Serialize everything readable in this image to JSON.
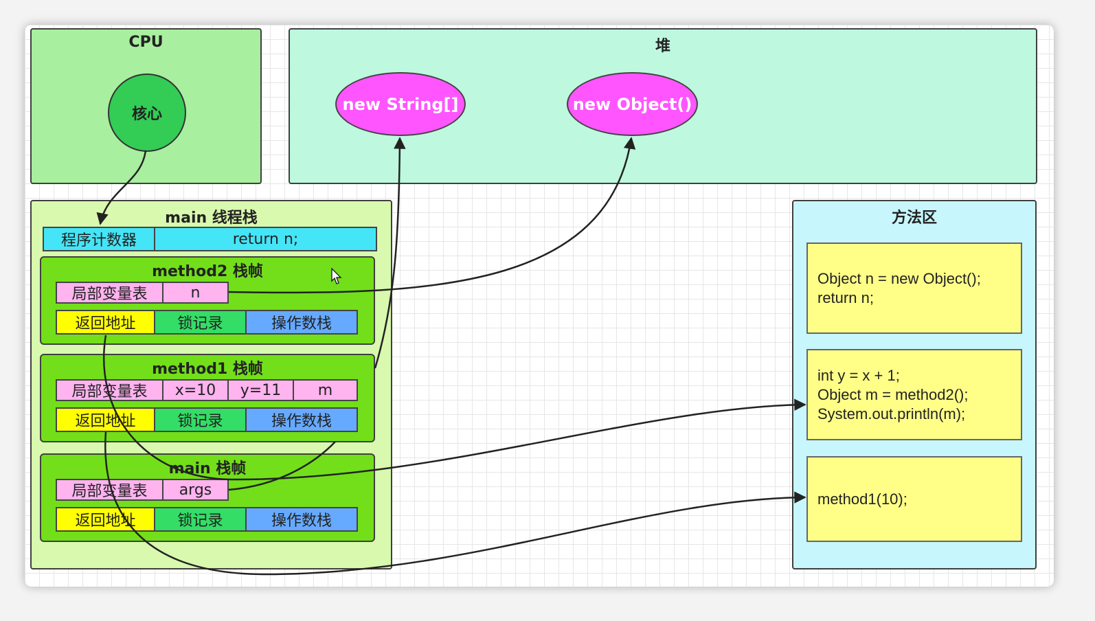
{
  "cpu": {
    "title": "CPU",
    "core": "核心"
  },
  "heap": {
    "title": "堆",
    "objects": [
      "new String[]",
      "new Object()"
    ]
  },
  "thread_stack": {
    "title": "main 线程栈",
    "pc_label": "程序计数器",
    "pc_value": "return n;",
    "frames": [
      {
        "title": "method2 栈帧",
        "locals_label": "局部变量表",
        "locals": [
          "n"
        ],
        "return_addr": "返回地址",
        "lock_record": "锁记录",
        "operand_stack": "操作数栈"
      },
      {
        "title": "method1 栈帧",
        "locals_label": "局部变量表",
        "locals": [
          "x=10",
          "y=11",
          "m"
        ],
        "return_addr": "返回地址",
        "lock_record": "锁记录",
        "operand_stack": "操作数栈"
      },
      {
        "title": "main 栈帧",
        "locals_label": "局部变量表",
        "locals": [
          "args"
        ],
        "return_addr": "返回地址",
        "lock_record": "锁记录",
        "operand_stack": "操作数栈"
      }
    ]
  },
  "method_area": {
    "title": "方法区",
    "blocks": [
      [
        "Object n = new Object();",
        "return n;"
      ],
      [
        "int y = x + 1;",
        "Object m = method2();",
        "System.out.println(m);"
      ],
      [
        "method1(10);"
      ]
    ]
  },
  "colors": {
    "cpu_bg": "#a8ef9f",
    "heap_bg": "#bef8df",
    "stack_bg": "#d8f9ae",
    "method_area_bg": "#c7f6fd",
    "core": "#33cc55",
    "object": "#ff55ff"
  }
}
